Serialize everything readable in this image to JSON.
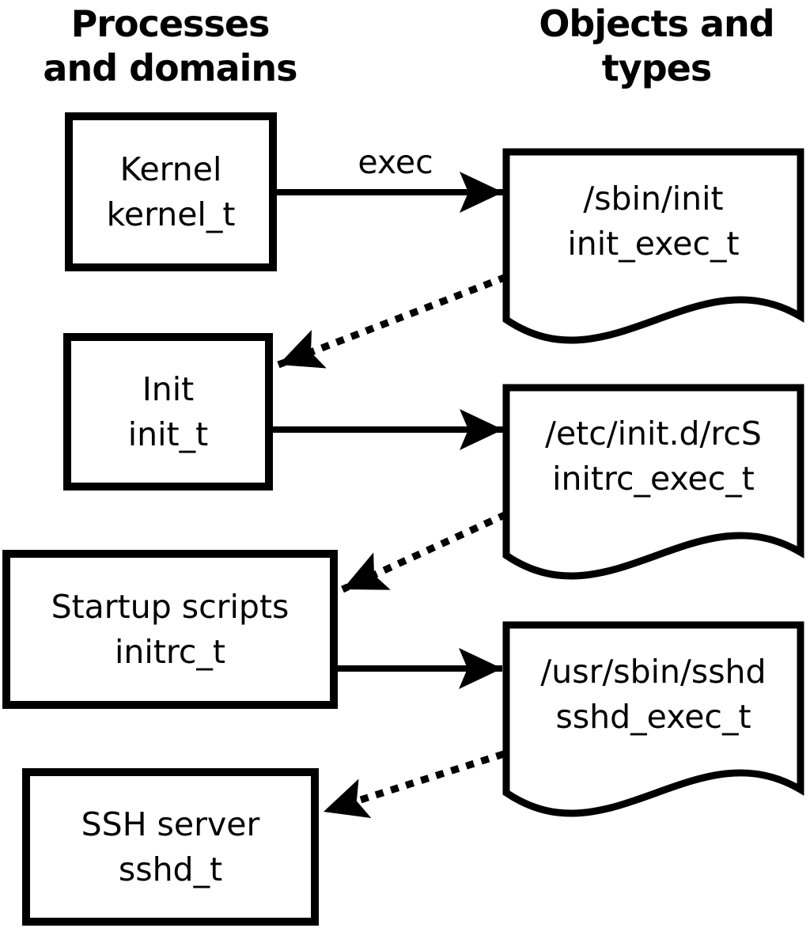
{
  "colors": {
    "ink": "#000000",
    "background": "#ffffff"
  },
  "headers": {
    "processes": {
      "line1": "Processes",
      "line2": "and domains"
    },
    "objects": {
      "line1": "Objects and",
      "line2": "types"
    }
  },
  "process_boxes": [
    {
      "label": "Kernel",
      "domain": "kernel_t"
    },
    {
      "label": "Init",
      "domain": "init_t"
    },
    {
      "label": "Startup scripts",
      "domain": "initrc_t"
    },
    {
      "label": "SSH server",
      "domain": "sshd_t"
    }
  ],
  "object_docs": [
    {
      "path": "/sbin/init",
      "type": "init_exec_t"
    },
    {
      "path": "/etc/init.d/rcS",
      "type": "initrc_exec_t"
    },
    {
      "path": "/usr/sbin/sshd",
      "type": "sshd_exec_t"
    }
  ],
  "edges": {
    "exec_label": "exec",
    "solid": [
      {
        "from": "kernel_t",
        "to": "init_exec_t",
        "label": "exec"
      },
      {
        "from": "init_t",
        "to": "initrc_exec_t"
      },
      {
        "from": "initrc_t",
        "to": "sshd_exec_t"
      }
    ],
    "dotted": [
      {
        "from": "init_exec_t",
        "to": "init_t"
      },
      {
        "from": "initrc_exec_t",
        "to": "initrc_t"
      },
      {
        "from": "sshd_exec_t",
        "to": "sshd_t"
      }
    ]
  }
}
